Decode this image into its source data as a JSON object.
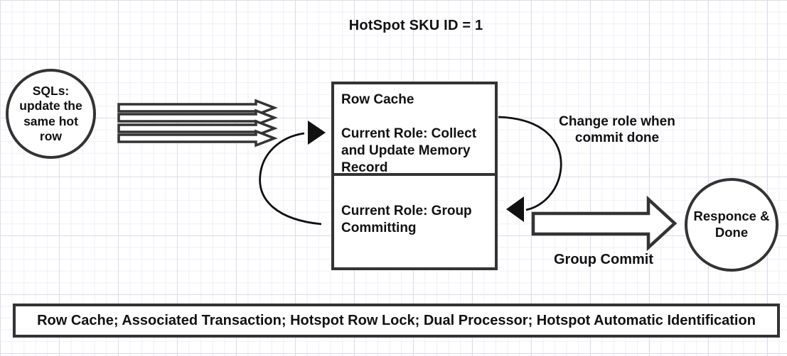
{
  "title": "HotSpot SKU ID = 1",
  "nodes": {
    "sql_circle": {
      "label": "SQLs:\nupdate the\nsame hot\nrow"
    },
    "row_cache": {
      "header": "Row Cache",
      "collect_role": "Current Role: Collect and Update Memory Record",
      "commit_role": "Current Role: Group Committing"
    },
    "response_circle": {
      "label": "Responce &\nDone"
    }
  },
  "labels": {
    "change_role": "Change role when\ncommit done",
    "group_commit": "Group Commit"
  },
  "banner": {
    "text": "Row Cache; Associated Transaction; Hotspot Row Lock; Dual Processor; Hotspot Automatic Identification"
  },
  "icons": {
    "flow_arrows": "four-stacked-right-arrows",
    "cycle_left": "curved-arrow-into-top-section",
    "change_role_arrow": "curved-arrow-into-bottom-section",
    "group_commit_arrow": "large-hollow-right-arrow"
  },
  "colors": {
    "stroke": "#333333",
    "text": "#111111",
    "background": "#ffffff",
    "grid_minor": "#efeff7",
    "grid_major": "#dddded"
  }
}
